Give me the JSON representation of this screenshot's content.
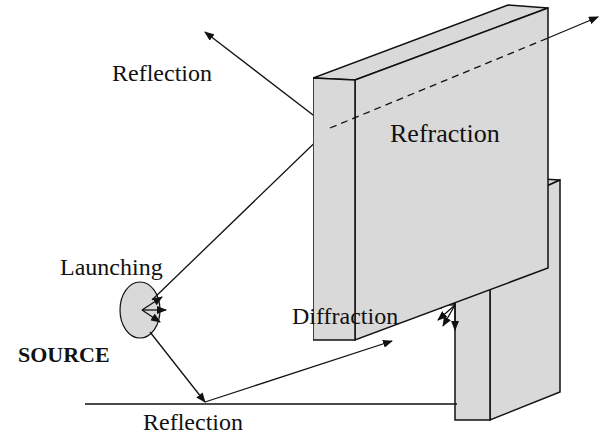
{
  "diagram": {
    "nodes": [
      {
        "text": [
          "Refraction"
        ]
      }
    ],
    "labels": [
      "Reflection",
      "Launching",
      "Diffraction",
      "SOURCE",
      "Reflection"
    ]
  }
}
